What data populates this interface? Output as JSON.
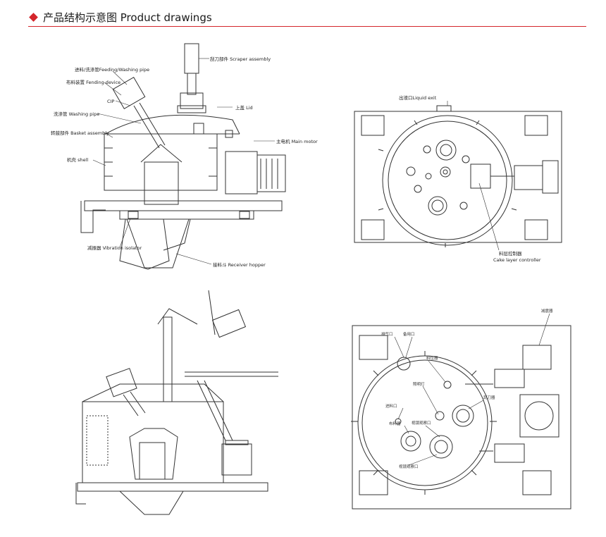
{
  "header": {
    "title": "产品结构示意图 Product drawings",
    "accent_color": "#d4252b"
  },
  "drawing_1": {
    "labels": {
      "scraper": "刮刀部件 Scraper assembly",
      "feeding_pipe": "进料/洗涤管Feeding/Washing pipe",
      "fending": "布料装置 Fending device",
      "cip": "CIP",
      "washing_pipe": "洗涤管 Washing pipe",
      "basket": "转鼓部件 Basket assembly",
      "shell": "机壳 shell",
      "lid": "上盖 Lid",
      "main_motor": "主电机 Main motor",
      "vibration": "减振器 Vibration isolator",
      "hopper": "接料斗 Receiver hopper"
    }
  },
  "drawing_2": {
    "labels": {
      "liquid_exit": "出液口Liquid exit",
      "cake_cn": "料层控制器",
      "cake_en": "Cake layer controller"
    }
  },
  "drawing_4": {
    "labels": {
      "top_right": "减震器",
      "l1": "排气口",
      "l2": "备用口",
      "l3": "料位器",
      "l4": "照明灯",
      "l5": "进料口",
      "l6": "布料器",
      "l7": "视镜观察口",
      "l8": "刮刀器",
      "l9": "视镜观察口"
    }
  }
}
